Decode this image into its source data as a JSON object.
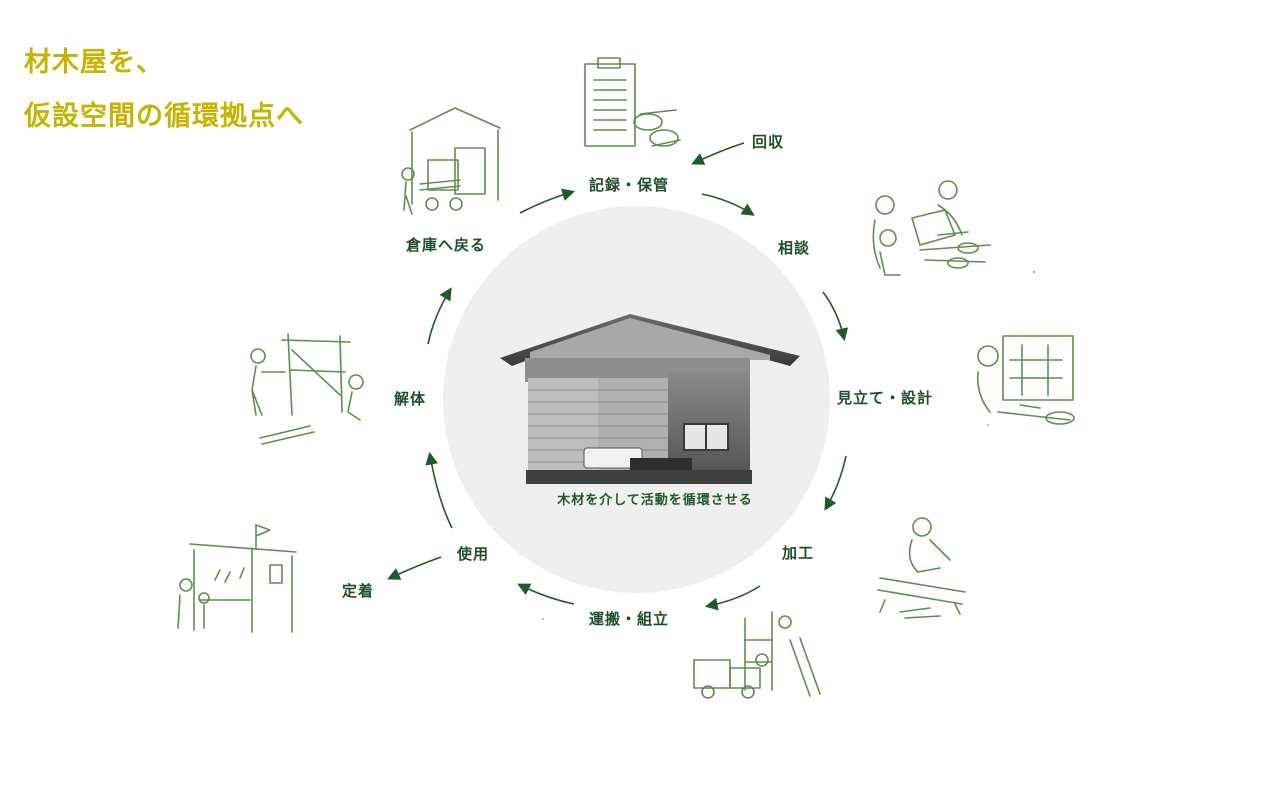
{
  "headline": {
    "line1": "材木屋を、",
    "line2": "仮設空間の循環拠点へ"
  },
  "center": {
    "caption": "木材を介して活動を循環させる"
  },
  "steps": {
    "collect": "回収",
    "record": "記録・保管",
    "consult": "相談",
    "design": "見立て・設計",
    "process": "加工",
    "transport": "運搬・組立",
    "use": "使用",
    "settle": "定着",
    "dismantle": "解体",
    "return": "倉庫へ戻る"
  },
  "colors": {
    "headline": "#c8b400",
    "label": "#1f4f2a",
    "arrow": "#1f5a2a",
    "sketch": "#5f8f4e",
    "hub": "#efefef"
  }
}
